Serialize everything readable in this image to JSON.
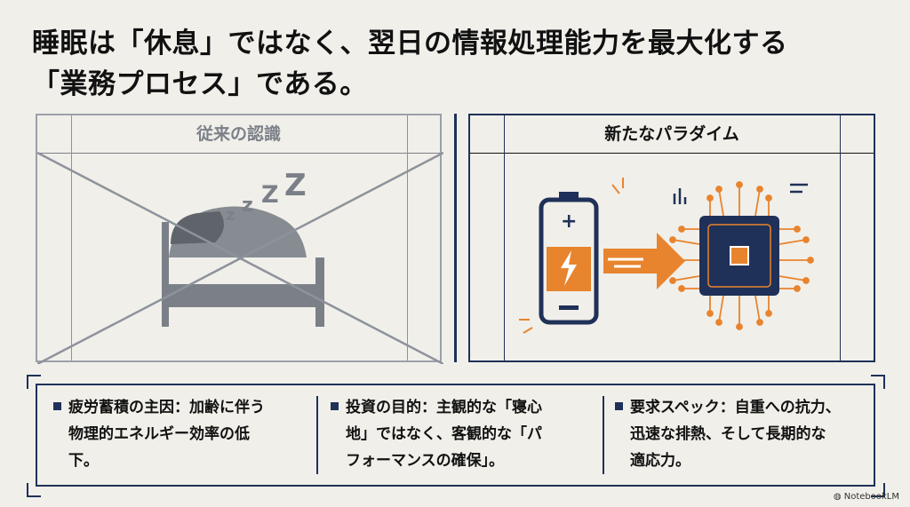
{
  "title": {
    "line1": "睡眠は「休息」ではなく、翌日の情報処理能力を最大化する",
    "line2": "「業務プロセス」である。"
  },
  "left_panel": {
    "heading": "従来の認識",
    "icon": "crossed-out-bed-sleeping-icon"
  },
  "right_panel": {
    "heading": "新たなパラダイム",
    "icon": "battery-to-chip-icon"
  },
  "points": [
    {
      "lines": [
        "疲労蓄積の主因：加齢に伴う",
        "物理的エネルギー効率の低",
        "下。"
      ]
    },
    {
      "lines": [
        "投資の目的：主観的な「寝心",
        "地」ではなく、客観的な「パ",
        "フォーマンスの確保」。"
      ]
    },
    {
      "lines": [
        "要求スペック：自重への抗力、",
        "迅速な排熱、そして長期的な",
        "適応力。"
      ]
    }
  ],
  "brand": "NotebookLM",
  "colors": {
    "navy": "#1f3158",
    "orange": "#e8842e",
    "grey": "#8d939b",
    "background": "#f1efea"
  }
}
